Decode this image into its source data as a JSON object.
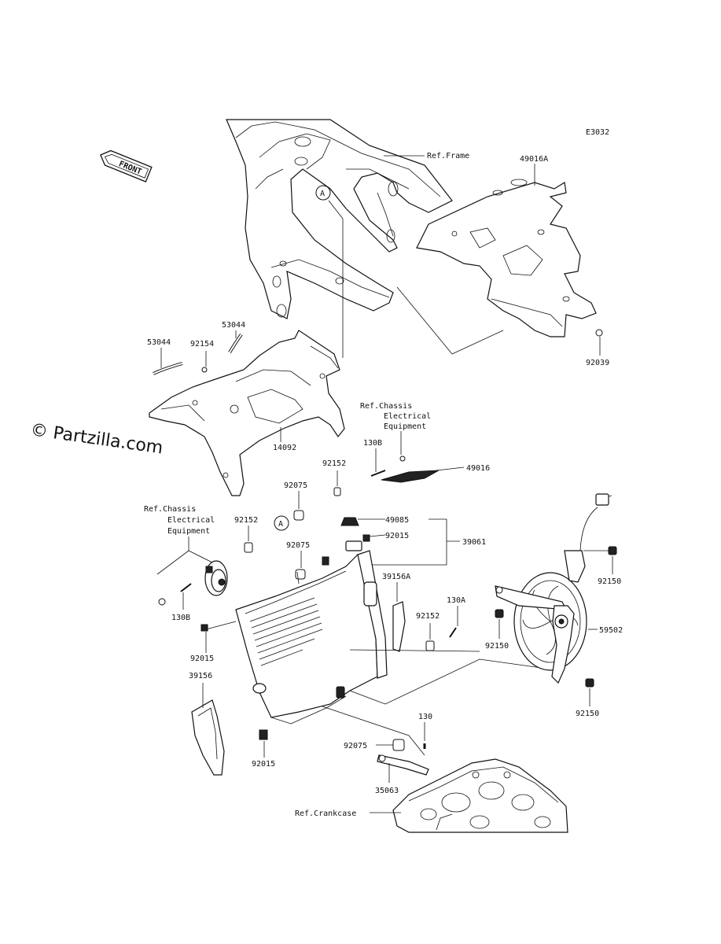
{
  "diagram_code": "E3032",
  "front_arrow": "FRONT",
  "watermark": "© Partzilla.com",
  "callout": "A",
  "refs": {
    "frame": "Ref.Frame",
    "chassis_1": [
      "Ref.Chassis",
      "Electrical",
      "Equipment"
    ],
    "chassis_2": [
      "Ref.Chassis",
      "Electrical",
      "Equipment"
    ],
    "crankcase": "Ref.Crankcase"
  },
  "parts": {
    "p49016A": "49016A",
    "p92039": "92039",
    "p53044_a": "53044",
    "p53044_b": "53044",
    "p92154": "92154",
    "p14092": "14092",
    "p130B_top": "130B",
    "p49016": "49016",
    "p92152_a": "92152",
    "p92075_a": "92075",
    "p49085": "49085",
    "p92015_a": "92015",
    "p39061": "39061",
    "p92152_b": "92152",
    "p92075_b": "92075",
    "p39156A": "39156A",
    "p130B_left": "130B",
    "p92015_b": "92015",
    "p92152_c": "92152",
    "p130A": "130A",
    "p92150_a": "92150",
    "p92150_b": "92150",
    "p59502": "59502",
    "p92150_c": "92150",
    "p39156": "39156",
    "p130": "130",
    "p92075_c": "92075",
    "p35063": "35063",
    "p92015_c": "92015"
  }
}
